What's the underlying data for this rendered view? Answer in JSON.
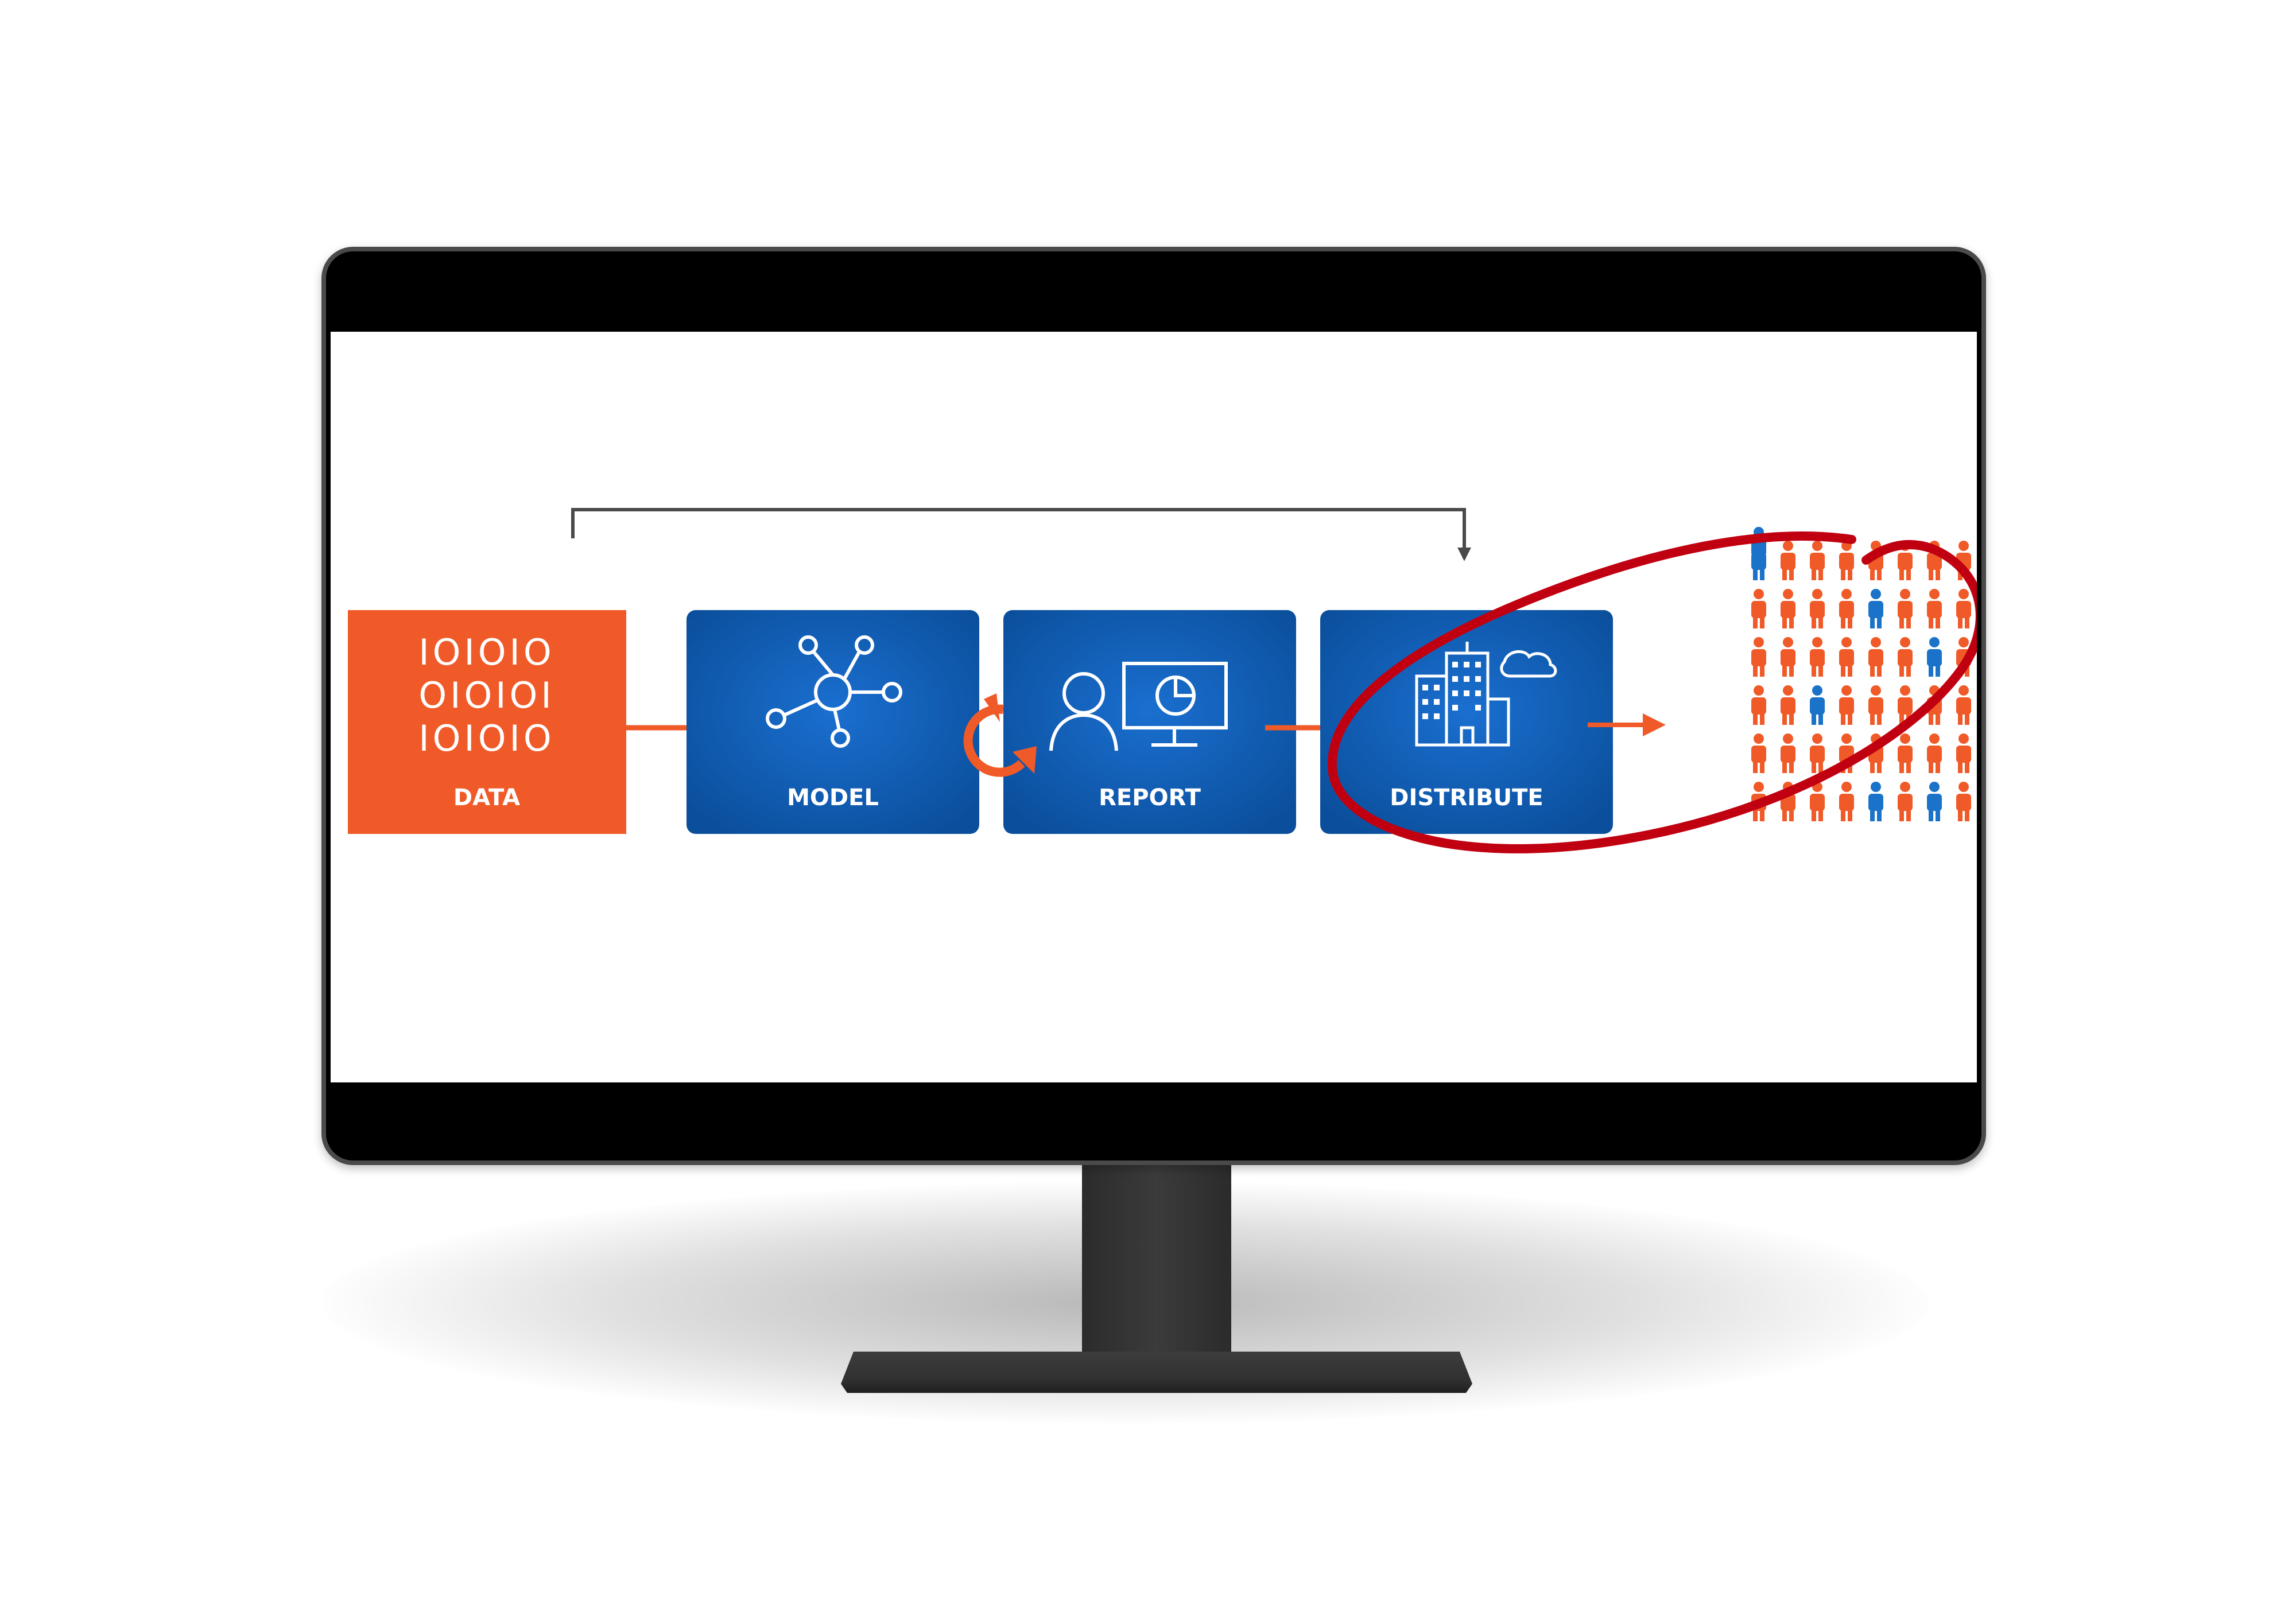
{
  "diagram": {
    "steps": [
      {
        "id": "data",
        "label": "DATA",
        "icon": "cloud-binary-icon",
        "color": "#f05a28"
      },
      {
        "id": "model",
        "label": "MODEL",
        "icon": "network-nodes-icon",
        "color": "#0e5cad"
      },
      {
        "id": "report",
        "label": "REPORT",
        "icon": "user-monitor-chart-icon",
        "color": "#0e5cad"
      },
      {
        "id": "distribute",
        "label": "DISTRIBUTE",
        "icon": "buildings-cloud-icon",
        "color": "#0e5cad"
      }
    ],
    "binary_lines": [
      "IOIOIO",
      "OIOIOI",
      "IOIOIO"
    ],
    "audience": {
      "icon": "person-icon",
      "primary_color": "#f05a28",
      "highlight_color": "#1a73c8"
    },
    "annotation": {
      "type": "hand-drawn-ellipse",
      "color": "#c00010"
    },
    "colors": {
      "arrow": "#f05a28",
      "connector": "#4a4a4a",
      "monitor_bezel": "#000000"
    }
  }
}
